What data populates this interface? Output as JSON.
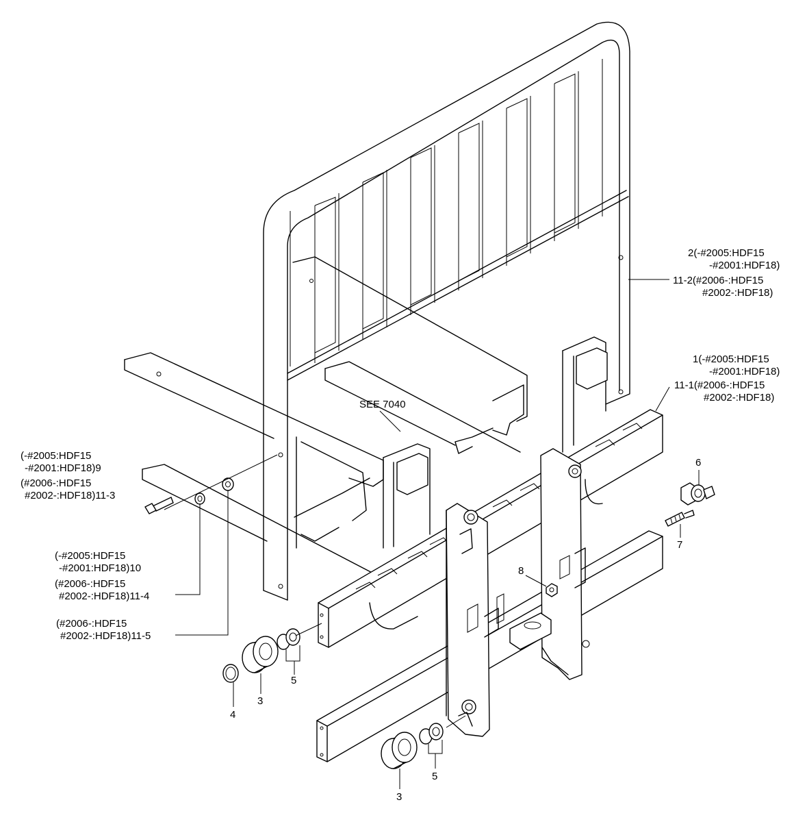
{
  "callouts": {
    "c2": {
      "l1": "2(-#2005:HDF15",
      "l2": "-#2001:HDF18)"
    },
    "c11_2": {
      "l1": "11-2(#2006-:HDF15",
      "l2": "#2002-:HDF18)"
    },
    "c1": {
      "l1": "1(-#2005:HDF15",
      "l2": "-#2001:HDF18)"
    },
    "c11_1": {
      "l1": "11-1(#2006-:HDF15",
      "l2": "#2002-:HDF18)"
    },
    "see": "SEE 7040",
    "c9": {
      "l1": "(-#2005:HDF15",
      "l2": "-#2001:HDF18)9"
    },
    "c11_3": {
      "l1": "(#2006-:HDF15",
      "l2": "#2002-:HDF18)11-3"
    },
    "c10": {
      "l1": "(-#2005:HDF15",
      "l2": "-#2001:HDF18)10"
    },
    "c11_4": {
      "l1": "(#2006-:HDF15",
      "l2": "#2002-:HDF18)11-4"
    },
    "c11_5": {
      "l1": "(#2006-:HDF15",
      "l2": "#2002-:HDF18)11-5"
    },
    "n6": "6",
    "n7": "7",
    "n8": "8",
    "n5a": "5",
    "n3a": "3",
    "n4": "4",
    "n5b": "5",
    "n3b": "3"
  }
}
